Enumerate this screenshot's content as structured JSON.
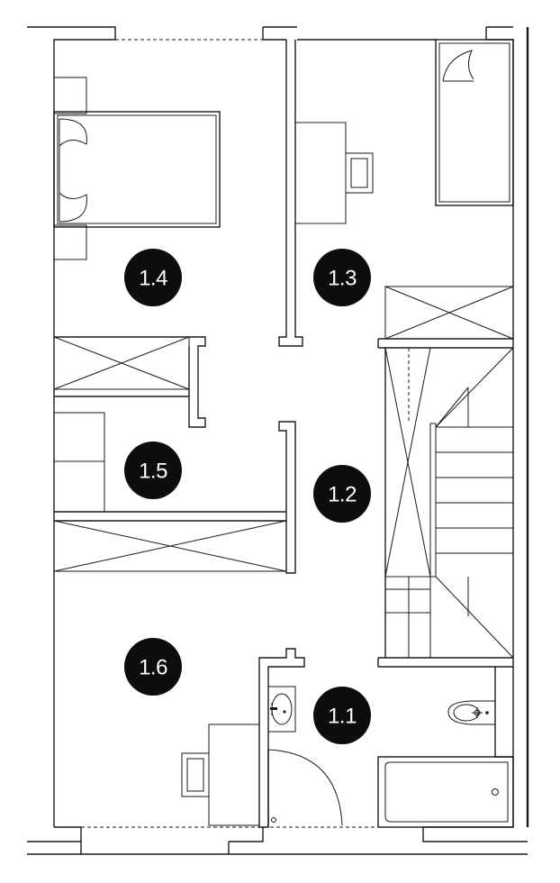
{
  "rooms": [
    {
      "id": "r14",
      "label": "1.4"
    },
    {
      "id": "r13",
      "label": "1.3"
    },
    {
      "id": "r15",
      "label": "1.5"
    },
    {
      "id": "r12",
      "label": "1.2"
    },
    {
      "id": "r16",
      "label": "1.6"
    },
    {
      "id": "r11",
      "label": "1.1"
    }
  ],
  "colors": {
    "line": "#1a1a1a",
    "badge": "#0d0d0d",
    "badge_text": "#ffffff",
    "background": "#ffffff"
  }
}
